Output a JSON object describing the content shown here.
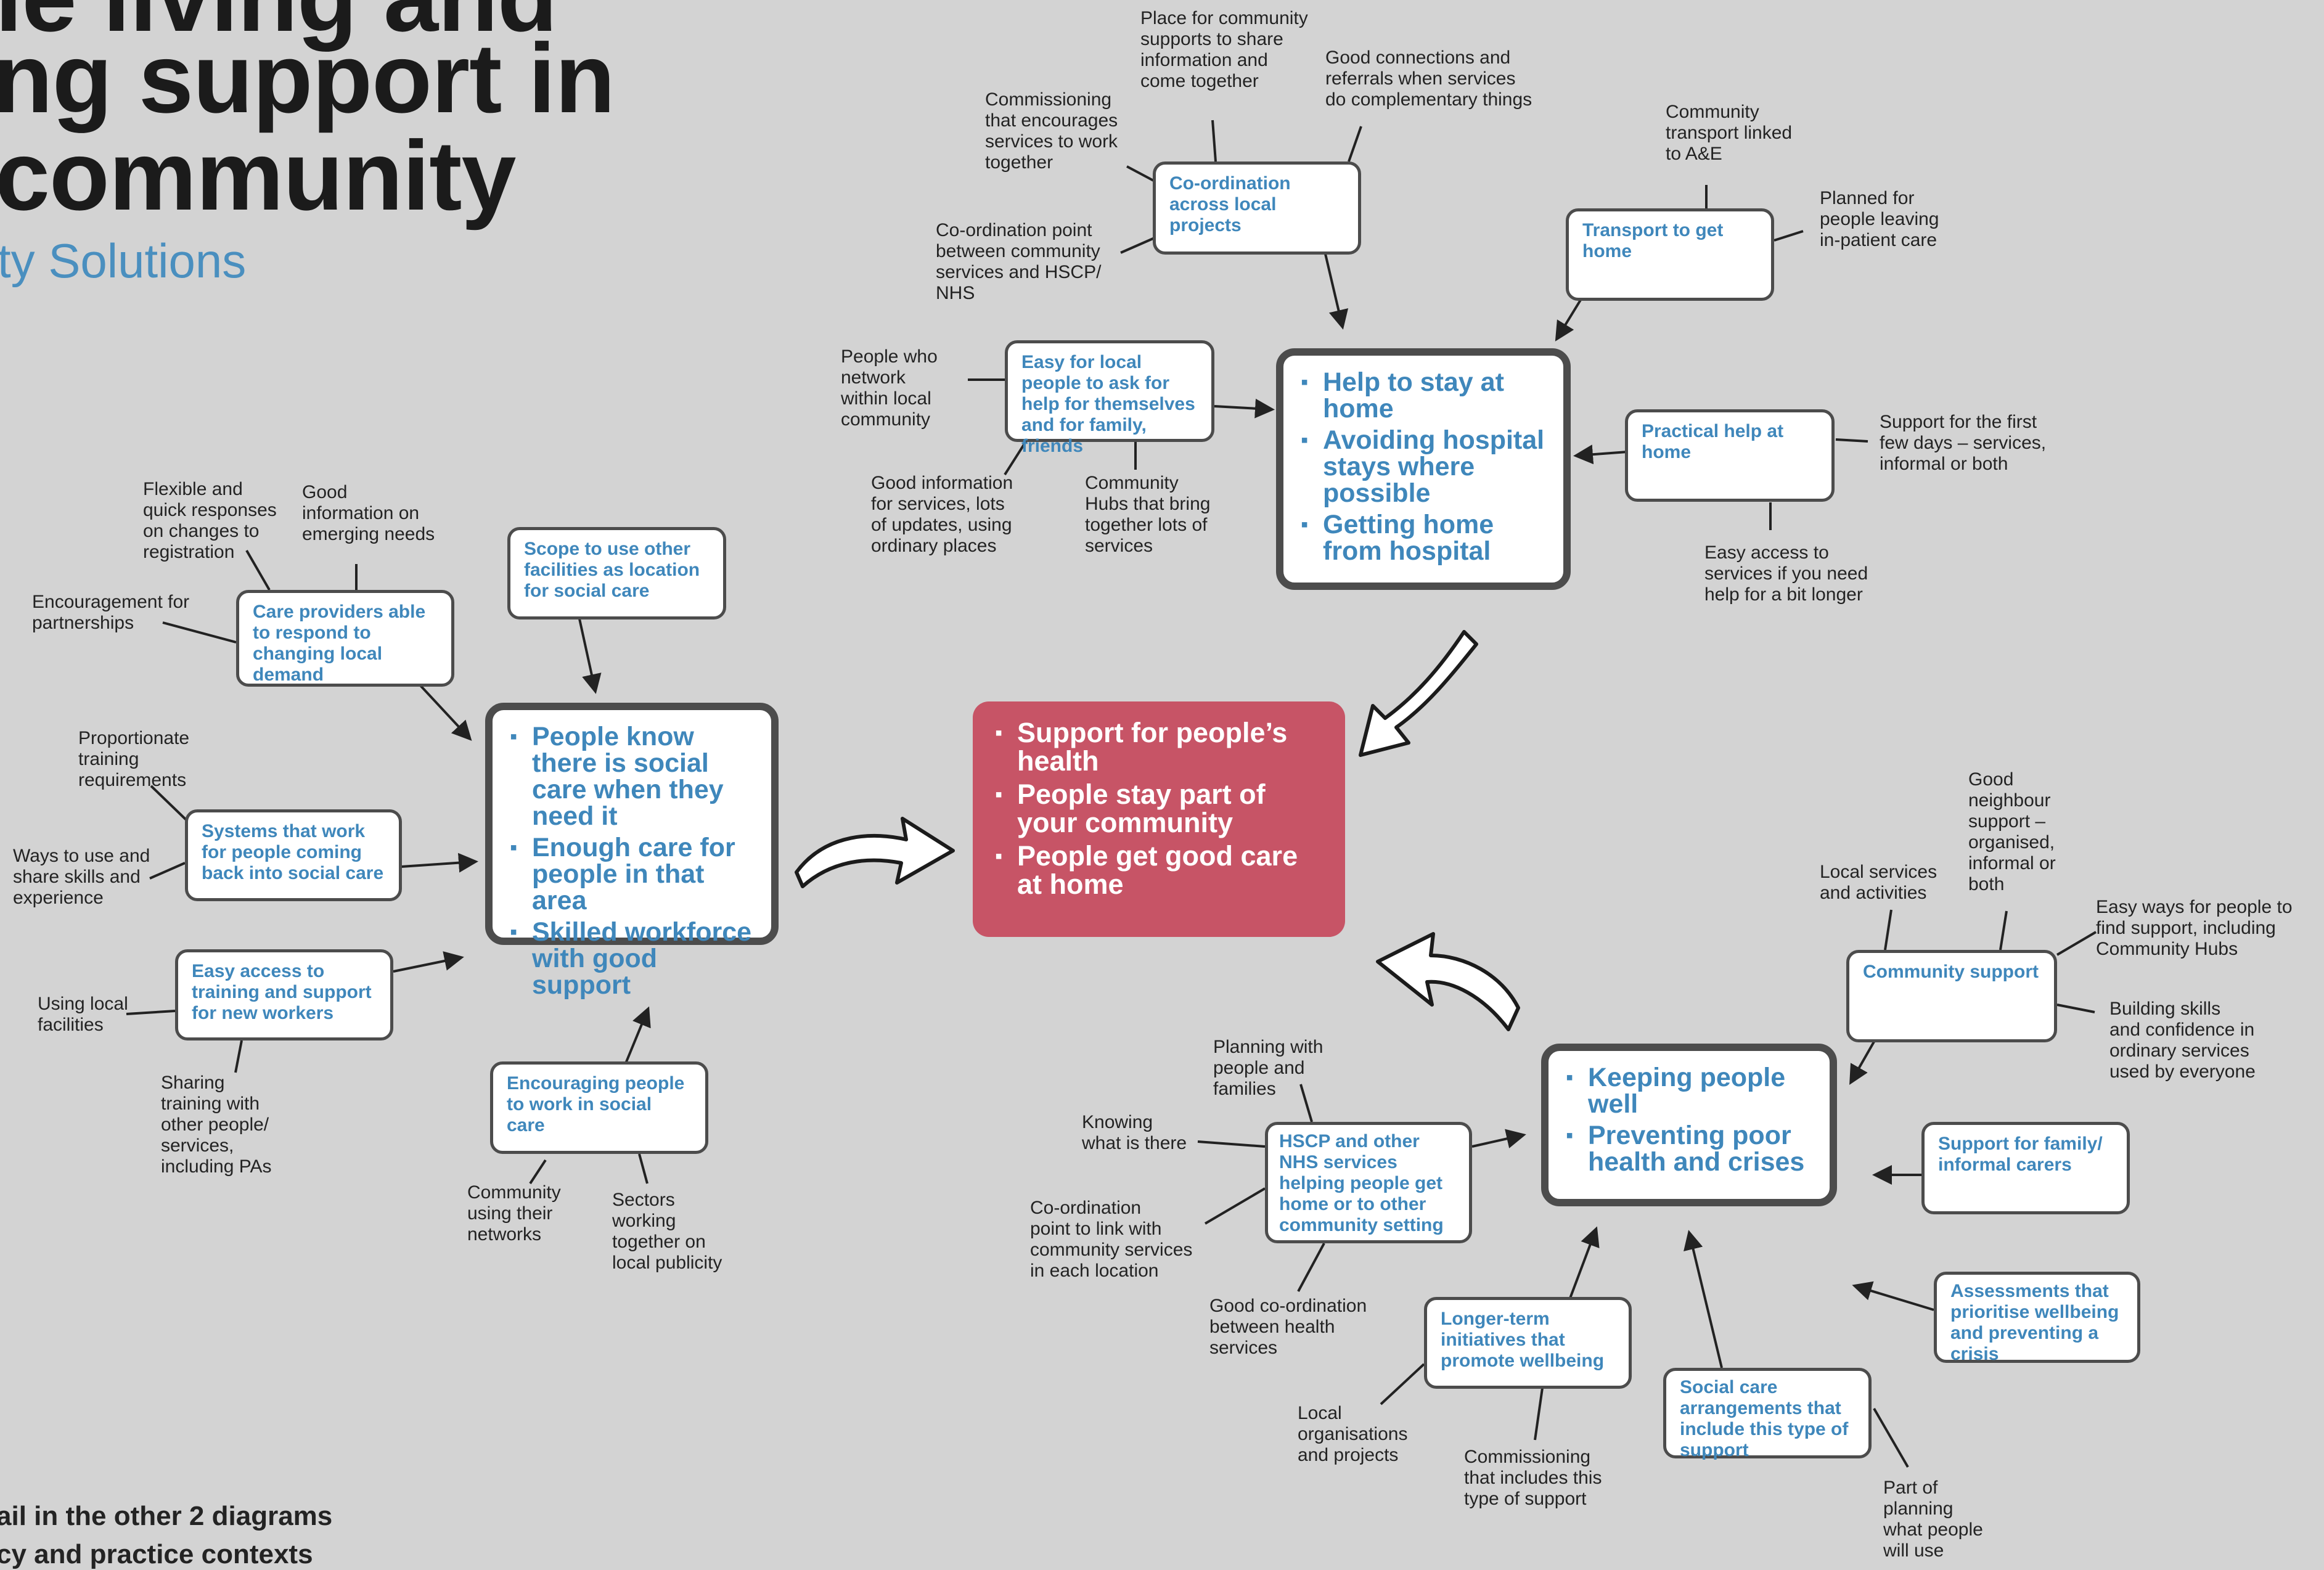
{
  "title": {
    "line1": "le living and",
    "line2": "ng support in",
    "line3": "community",
    "subtitle": "ty Solutions"
  },
  "center": {
    "items": [
      "Support for people’s health",
      "People stay part of your community",
      "People get good care at home"
    ]
  },
  "hubs": {
    "social_care": [
      "People know there is social care when they need it",
      "Enough care for people in that area",
      "Skilled workforce with good support"
    ],
    "home": [
      "Help to stay at home",
      "Avoiding hospital stays where possible",
      "Getting home from hospital"
    ],
    "wellbeing": [
      "Keeping people well",
      "Preventing poor health and crises"
    ]
  },
  "boxes": {
    "care_providers": "Care providers able to respond to changing local demand",
    "scope_facilities": "Scope to use other facilities as location for social care",
    "systems_back": "Systems that work for people coming back into social care",
    "training_access": "Easy access to training and support for new workers",
    "encouraging_work": "Encouraging people to work in social care",
    "coordination": "Co-ordination across local projects",
    "easy_ask": "Easy for local people to ask for help for themselves and for family, friends",
    "transport": "Transport to get home",
    "practical_help": "Practical help at home",
    "community_support": "Community support",
    "hscp": "HSCP and other NHS services helping people get home or to other community setting",
    "family_carers": "Support for family/ informal carers",
    "assessments": "Assessments that prioritise wellbeing and preventing a crisis",
    "longer_term": "Longer-term initiatives that promote wellbeing",
    "social_care_arr": "Social care arrangements that include this type of support"
  },
  "notes": {
    "flexible": "Flexible and\nquick responses\non changes to\nregistration",
    "good_info_needs": "Good\ninformation on\nemerging needs",
    "encouragement": "Encouragement for\npartnerships",
    "proportionate": "Proportionate\ntraining\nrequirements",
    "ways_skills": "Ways to use and\nshare skills and\nexperience",
    "local_facilities": "Using local\nfacilities",
    "sharing_training": "Sharing\ntraining with\nother people/\nservices,\nincluding PAs",
    "community_networks": "Community\nusing their\nnetworks",
    "sectors": "Sectors\nworking\ntogether on\nlocal publicity",
    "place_info": "Place for community\nsupports to share\ninformation and\ncome together",
    "good_connections": "Good connections and\nreferrals when services\ndo complementary things",
    "commissioning_encourages": "Commissioning\nthat encourages\nservices to work\ntogether",
    "coordination_point": "Co-ordination point\nbetween community\nservices and HSCP/\nNHS",
    "people_network": "People who\nnetwork\nwithin local\ncommunity",
    "good_info_updates": "Good information\nfor services, lots\nof updates, using\nordinary places",
    "community_hubs": "Community\nHubs that bring\ntogether lots of\nservices",
    "community_transport": "Community\ntransport linked\nto A&E",
    "planned": "Planned for\npeople leaving\nin-patient care",
    "first_days": "Support for the first\nfew days – services,\ninformal or both",
    "easy_access_services": "Easy access to\nservices if you need\nhelp for a bit longer",
    "local_services": "Local services\nand activities",
    "good_neighbour": "Good\nneighbour\nsupport –\norganised,\ninformal or\nboth",
    "easy_ways": "Easy ways for people to\nfind support, including\nCommunity Hubs",
    "building_skills": "Building skills\nand confidence in\nordinary services\nused by everyone",
    "planning_with": "Planning with\npeople and\nfamilies",
    "knowing": "Knowing\nwhat is there",
    "coordination_link": "Co-ordination\npoint to link with\ncommunity services\nin each location",
    "good_coordination_health": "Good co-ordination\nbetween health\nservices",
    "local_orgs": "Local\norganisations\nand projects",
    "commissioning_includes": "Commissioning\nthat includes this\ntype of support",
    "part_of_planning": "Part of\nplanning\nwhat people\nwill use"
  },
  "footer": {
    "line1": "ail in the other 2 diagrams",
    "line2": "cy and practice contexts"
  }
}
